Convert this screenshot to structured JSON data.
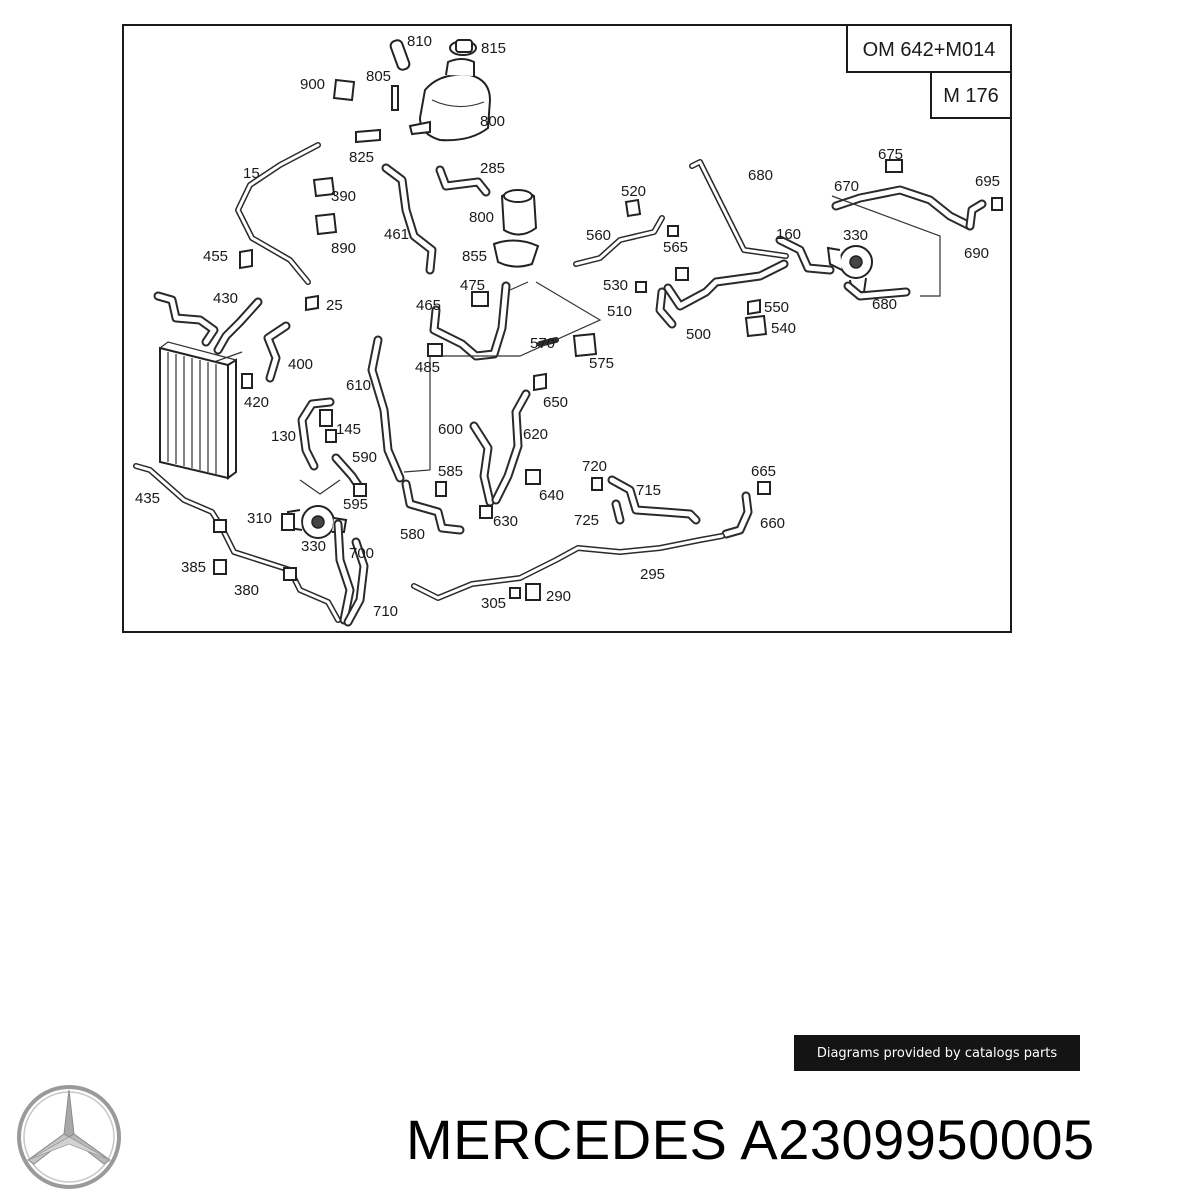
{
  "engine_codes": [
    "OM 642+M014",
    "M 176"
  ],
  "part_labels": [
    {
      "text": "810"
    },
    {
      "text": "815"
    },
    {
      "text": "900"
    },
    {
      "text": "805"
    },
    {
      "text": "800"
    },
    {
      "text": "825"
    },
    {
      "text": "285"
    },
    {
      "text": "15"
    },
    {
      "text": "390"
    },
    {
      "text": "800"
    },
    {
      "text": "461"
    },
    {
      "text": "890"
    },
    {
      "text": "855"
    },
    {
      "text": "455"
    },
    {
      "text": "430"
    },
    {
      "text": "475"
    },
    {
      "text": "25"
    },
    {
      "text": "465"
    },
    {
      "text": "400"
    },
    {
      "text": "485"
    },
    {
      "text": "420"
    },
    {
      "text": "610"
    },
    {
      "text": "570"
    },
    {
      "text": "575"
    },
    {
      "text": "650"
    },
    {
      "text": "130"
    },
    {
      "text": "145"
    },
    {
      "text": "600"
    },
    {
      "text": "620"
    },
    {
      "text": "590"
    },
    {
      "text": "585"
    },
    {
      "text": "640"
    },
    {
      "text": "595"
    },
    {
      "text": "435"
    },
    {
      "text": "310"
    },
    {
      "text": "580"
    },
    {
      "text": "630"
    },
    {
      "text": "330"
    },
    {
      "text": "700"
    },
    {
      "text": "385"
    },
    {
      "text": "380"
    },
    {
      "text": "710"
    },
    {
      "text": "520"
    },
    {
      "text": "560"
    },
    {
      "text": "565"
    },
    {
      "text": "530"
    },
    {
      "text": "510"
    },
    {
      "text": "500"
    },
    {
      "text": "680"
    },
    {
      "text": "675"
    },
    {
      "text": "670"
    },
    {
      "text": "695"
    },
    {
      "text": "160"
    },
    {
      "text": "330"
    },
    {
      "text": "690"
    },
    {
      "text": "550"
    },
    {
      "text": "540"
    },
    {
      "text": "680"
    },
    {
      "text": "720"
    },
    {
      "text": "715"
    },
    {
      "text": "725"
    },
    {
      "text": "665"
    },
    {
      "text": "660"
    },
    {
      "text": "295"
    },
    {
      "text": "305"
    },
    {
      "text": "290"
    }
  ],
  "footer": {
    "credit": "Diagrams provided by catalogs parts"
  },
  "brand": {
    "title": "MERCEDES A2309950005",
    "logo_icon": "mercedes-star-icon"
  }
}
